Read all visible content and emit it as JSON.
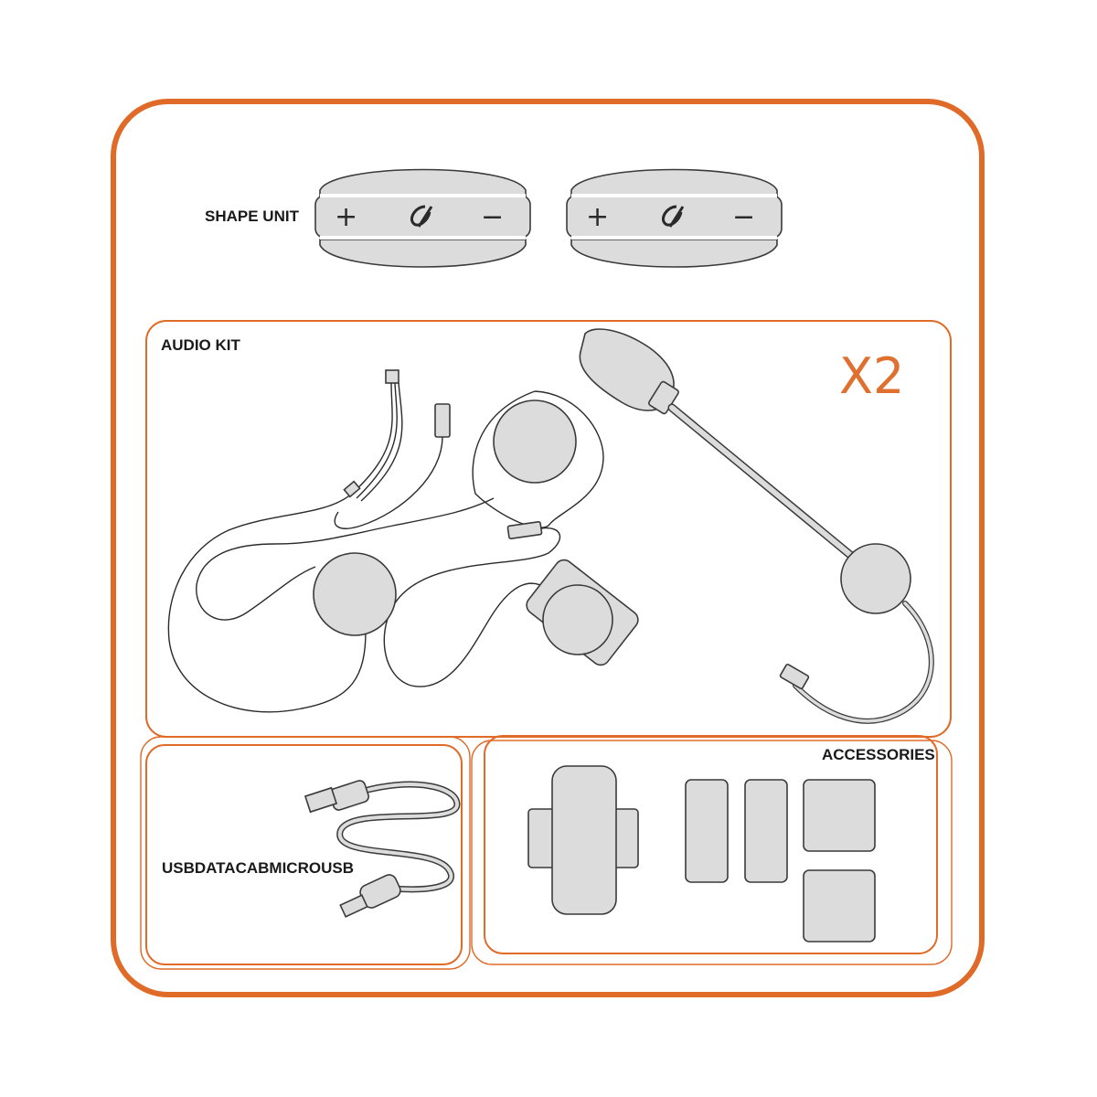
{
  "labels": {
    "shape_unit": "SHAPE UNIT",
    "audio_kit": "AUDIO KIT",
    "quantity": "X2",
    "accessories": "ACCESSORIES",
    "usb_cable": "USBDATACABMICROUSB"
  },
  "unit_buttons": {
    "plus": "+",
    "minus": "−"
  },
  "colors": {
    "frame": "#e06a28",
    "quantity_text": "#e07030",
    "part_fill": "#dcdcdc",
    "line": "#2a2a2a"
  },
  "icons": [
    "plus-button-icon",
    "brand-logo-icon",
    "minus-button-icon"
  ]
}
